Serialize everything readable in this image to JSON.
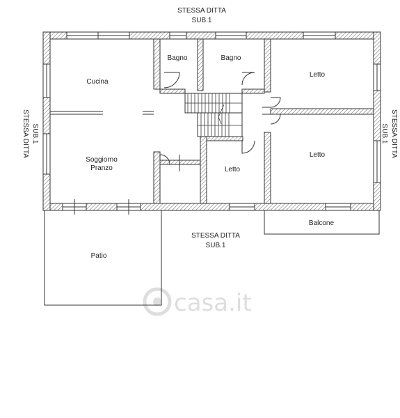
{
  "neighbors": {
    "top": [
      "STESSA DITTA",
      "SUB.1"
    ],
    "left": [
      "STESSA DITTA",
      "SUB.1"
    ],
    "right": [
      "STESSA DITTA",
      "SUB.1"
    ],
    "bottom": [
      "STESSA DITTA",
      "SUB.1"
    ]
  },
  "rooms": {
    "cucina": "Cucina",
    "bagno_left": "Bagno",
    "bagno_right": "Bagno",
    "letto_top": "Letto",
    "soggiorno_line1": "Soggiorno",
    "soggiorno_line2": "Pranzo",
    "letto_center": "Letto",
    "letto_right": "Letto",
    "balcone": "Balcone",
    "patio": "Patio"
  },
  "watermark": {
    "text": "casa.it",
    "color": "#d9d9d9"
  },
  "colors": {
    "wall_hatch": "#777777",
    "line": "#333333",
    "background": "#ffffff"
  }
}
